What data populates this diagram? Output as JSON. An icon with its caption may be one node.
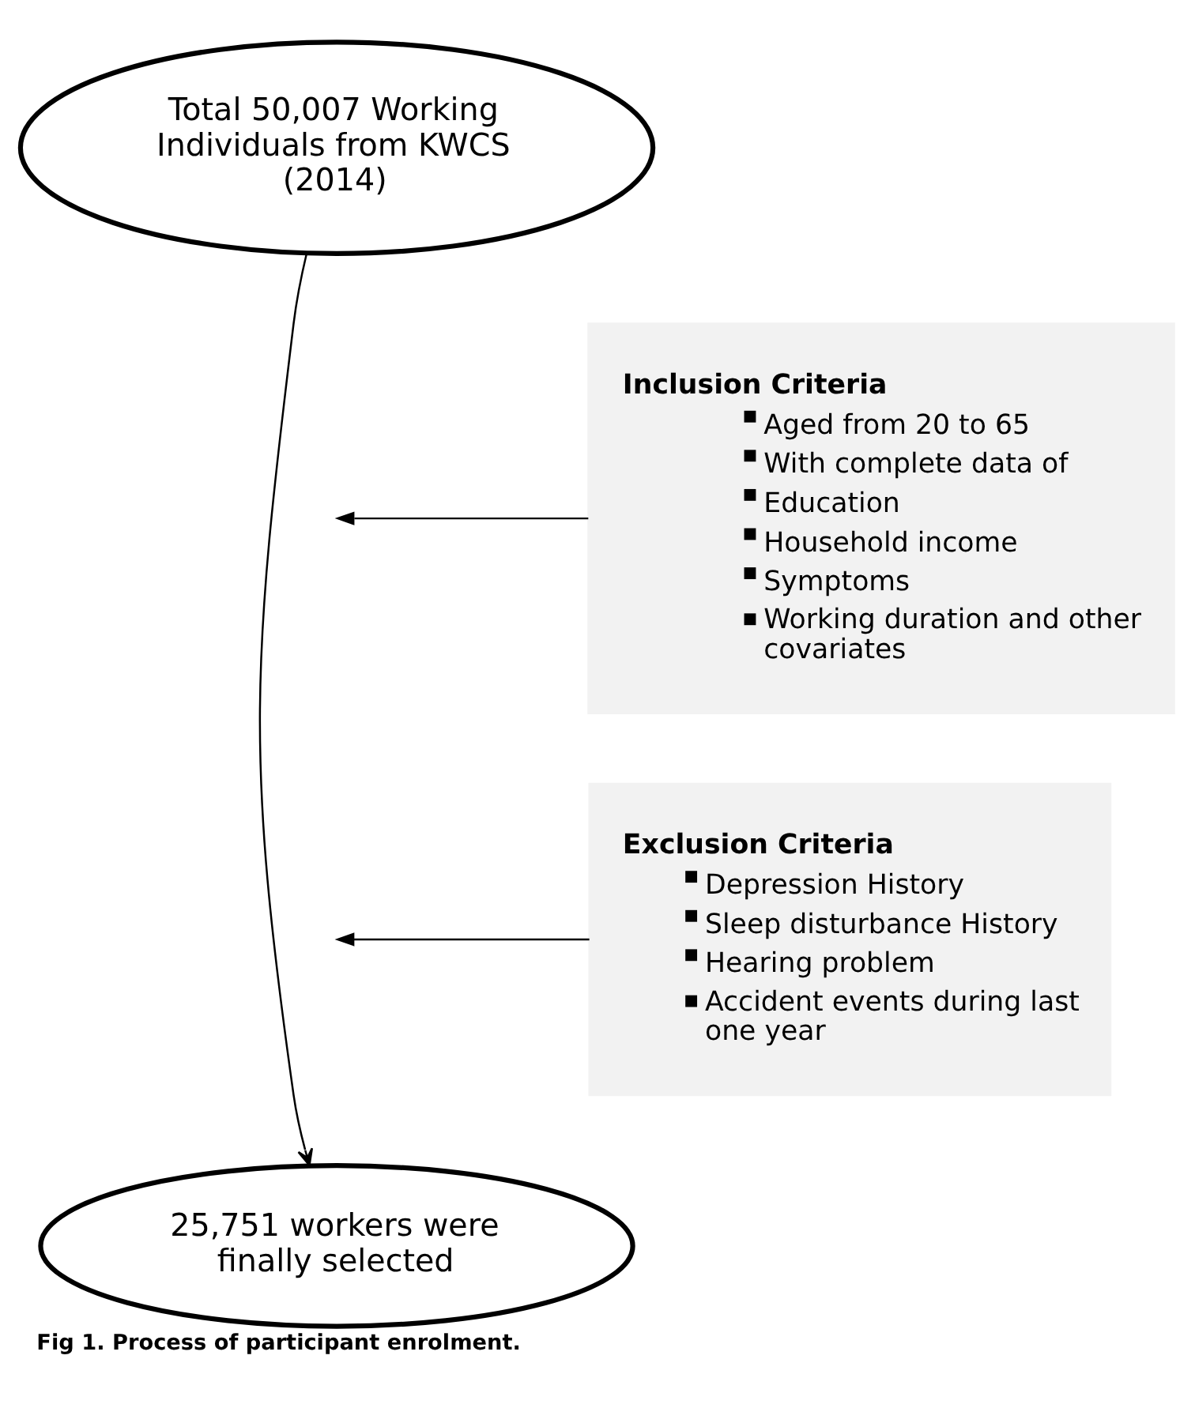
{
  "diagram": {
    "caption": "Fig 1. Process of participant enrolment.",
    "nodes": [
      {
        "text": [
          "Total 50,007 Working Individuals from KWCS (2014)"
        ]
      },
      {
        "text": [
          "25,751 workers were finally selected"
        ]
      },
      {
        "text": [
          "Inclusion Criteria",
          "Aged from 20 to 65",
          "With complete data of",
          "Education",
          "Household income",
          "Symptoms",
          "Working duration and other covariates"
        ]
      },
      {
        "text": [
          "Exclusion Criteria",
          "Depression History",
          "Sleep disturbance History",
          "Hearing problem",
          "Accident events during last one year"
        ]
      }
    ],
    "edges": [
      {
        "from": 0,
        "to": 1,
        "arrow": "to"
      },
      {
        "from": 2,
        "to": null,
        "arrow": "to"
      },
      {
        "from": 3,
        "to": null,
        "arrow": "to"
      }
    ]
  }
}
